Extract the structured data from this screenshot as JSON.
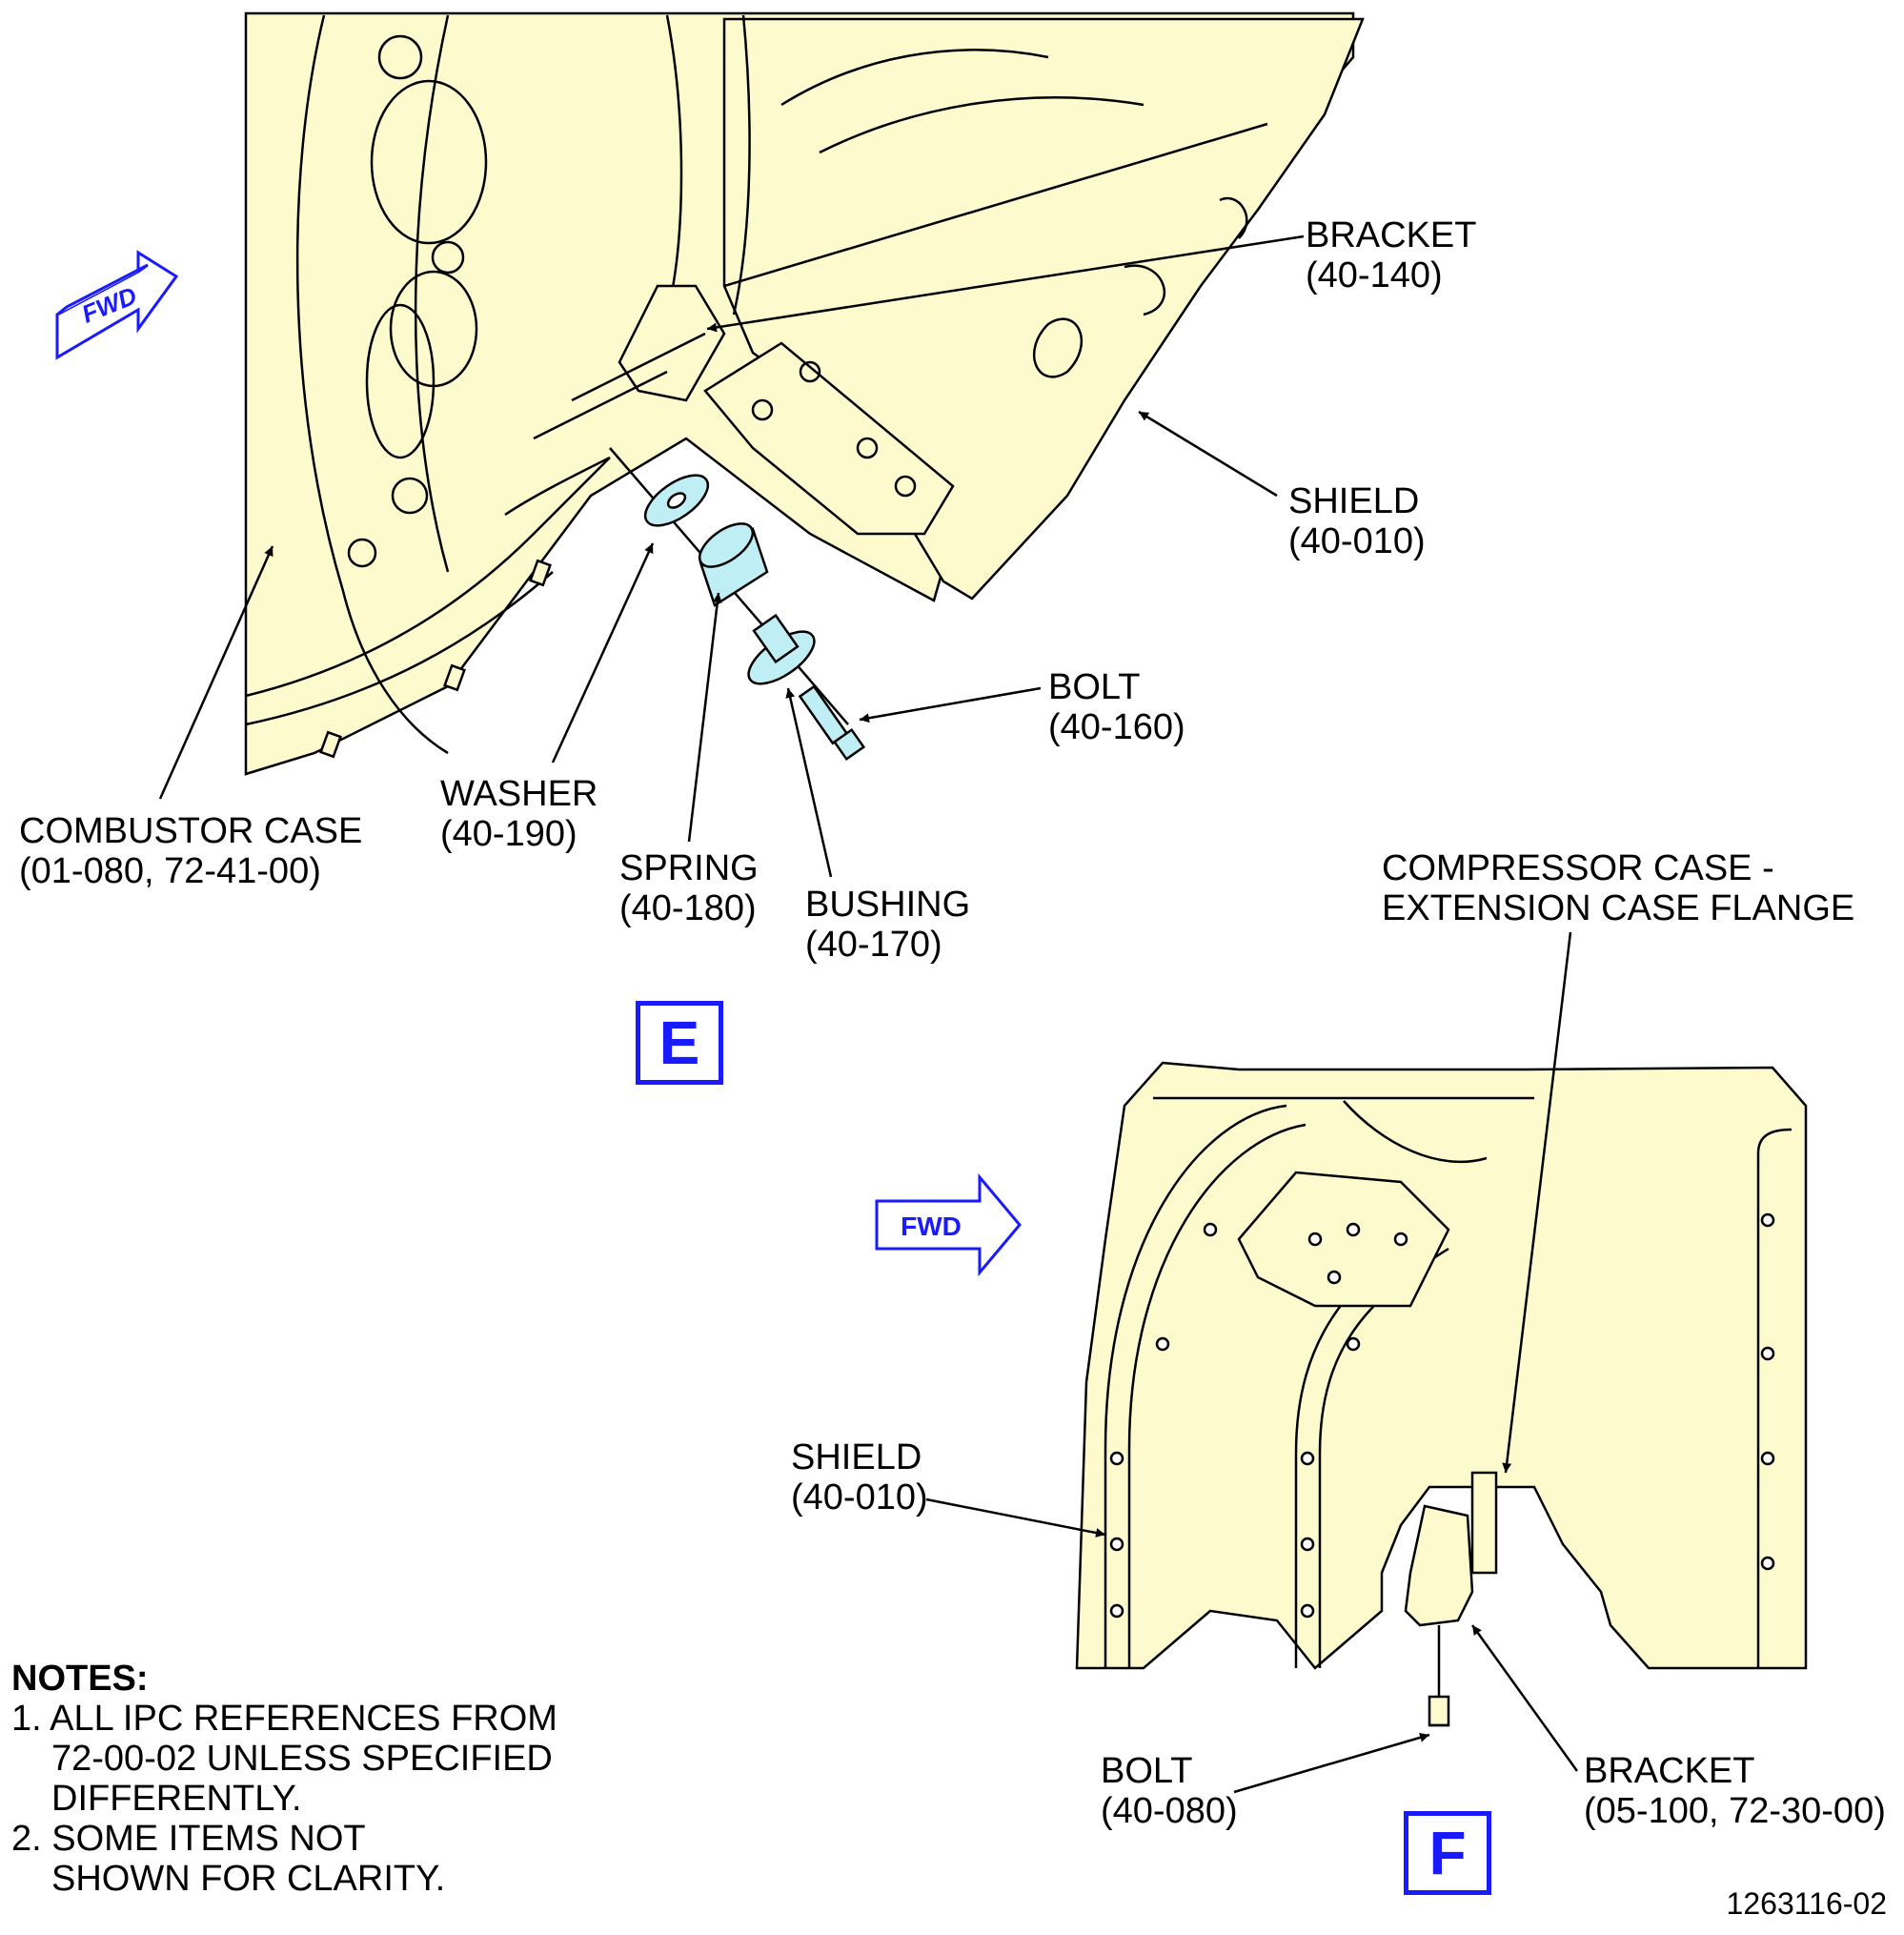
{
  "view_e": {
    "view_label": "E",
    "fwd_label": "FWD",
    "bracket": {
      "name": "BRACKET",
      "ref": "(40-140)"
    },
    "shield": {
      "name": "SHIELD",
      "ref": "(40-010)"
    },
    "bolt": {
      "name": "BOLT",
      "ref": "(40-160)"
    },
    "washer": {
      "name": "WASHER",
      "ref": "(40-190)"
    },
    "spring": {
      "name": "SPRING",
      "ref": "(40-180)"
    },
    "bushing": {
      "name": "BUSHING",
      "ref": "(40-170)"
    },
    "combustor_case": {
      "name": "COMBUSTOR CASE",
      "ref": "(01-080, 72-41-00)"
    }
  },
  "view_f": {
    "view_label": "F",
    "fwd_label": "FWD",
    "compressor_case": {
      "line1": "COMPRESSOR CASE -",
      "line2": "EXTENSION CASE FLANGE"
    },
    "shield": {
      "name": "SHIELD",
      "ref": "(40-010)"
    },
    "bolt": {
      "name": "BOLT",
      "ref": "(40-080)"
    },
    "bracket": {
      "name": "BRACKET",
      "ref": "(05-100, 72-30-00)"
    }
  },
  "notes": {
    "heading": "NOTES:",
    "n1_line1": "1. ALL IPC REFERENCES FROM",
    "n1_line2": "72-00-02 UNLESS SPECIFIED",
    "n1_line3": "DIFFERENTLY.",
    "n2_line1": "2. SOME ITEMS NOT",
    "n2_line2": "SHOWN FOR CLARITY."
  },
  "figure_number": "1263116-02",
  "colors": {
    "part_fill": "#fdfbcd",
    "hardware_fill": "#bfeef5",
    "accent_blue": "#1a1aff"
  }
}
